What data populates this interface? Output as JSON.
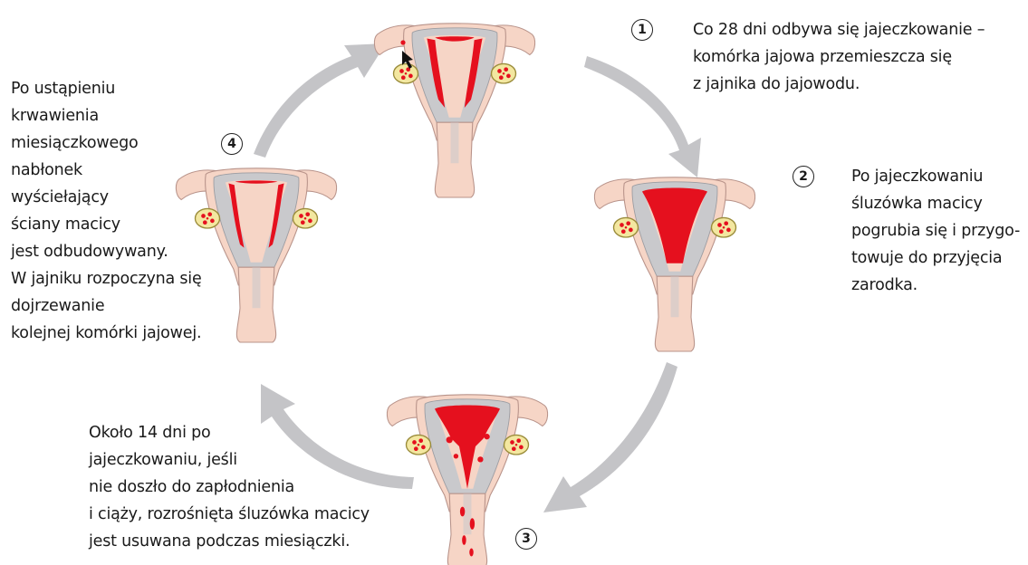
{
  "steps": [
    {
      "number": "1",
      "lines": [
        "Co 28 dni odbywa się jajeczkowanie –",
        "komórka jajowa przemieszcza się",
        "z jajnika do jajowodu."
      ]
    },
    {
      "number": "2",
      "lines": [
        "Po jajeczkowaniu",
        "śluzówka macicy",
        "pogrubia się i przygo-",
        "towuje do przyjęcia",
        "zarodka."
      ]
    },
    {
      "number": "3",
      "lines": [
        "Około 14 dni po",
        "jajeczkowaniu, jeśli",
        "nie doszło do zapłodnienia",
        "i ciąży, rozrośnięta śluzówka macicy",
        "jest usuwana podczas miesiączki."
      ]
    },
    {
      "number": "4",
      "lines": [
        "Po ustąpieniu",
        "krwawienia",
        "miesiączkowego",
        "nabłonek",
        "wyściełający",
        "ściany macicy",
        "jest odbudowywany.",
        "W jajniku rozpoczyna się",
        "dojrzewanie",
        "kolejnej komórki jajowej."
      ]
    }
  ],
  "colors": {
    "tissue": "#f6d5c6",
    "tissue_outline": "#b8938a",
    "wall": "#c9c9cc",
    "endometrium": "#e5101e",
    "ovary": "#f3e7a0",
    "ovary_outline": "#9a8c3a",
    "arrow": "#c4c4c7"
  },
  "icons": [
    "cycle-arrow-icon",
    "uterus-illustration",
    "egg-cell-icon"
  ]
}
